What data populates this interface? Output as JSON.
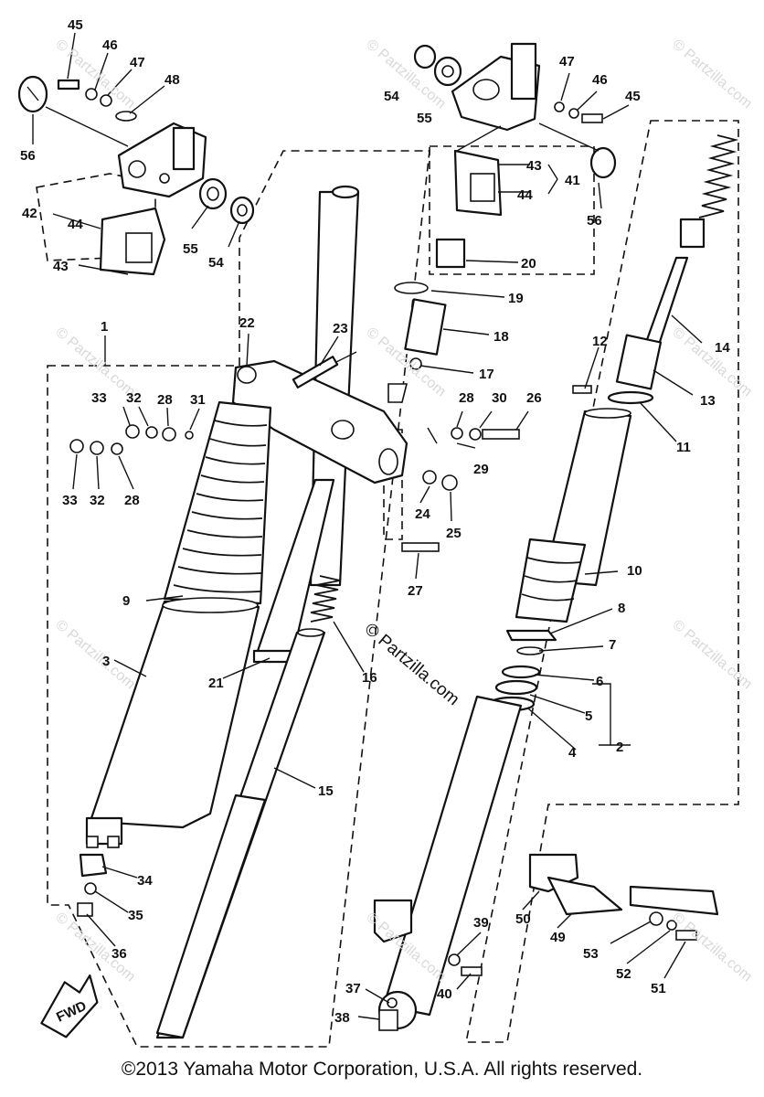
{
  "diagram": {
    "watermark": "© Partzilla.com",
    "copyright": "©2013 Yamaha Motor Corporation, U.S.A. All rights reserved.",
    "fwd_label": "FWD",
    "callouts": {
      "p45a": "45",
      "p46a": "46",
      "p47a": "47",
      "p48": "48",
      "p56a": "56",
      "p42": "42",
      "p44a": "44",
      "p43a": "43",
      "p55a": "55",
      "p54a": "54",
      "p54b": "54",
      "p55b": "55",
      "p47b": "47",
      "p46b": "46",
      "p45b": "45",
      "p43b": "43",
      "p41": "41",
      "p44b": "44",
      "p56b": "56",
      "p20": "20",
      "p19": "19",
      "p18": "18",
      "p17": "17",
      "p1": "1",
      "p22": "22",
      "p23": "23",
      "p33a": "33",
      "p32a": "32",
      "p28a": "28",
      "p31": "31",
      "p33b": "33",
      "p32b": "32",
      "p28b": "28",
      "p28c": "28",
      "p30": "30",
      "p26": "26",
      "p29": "29",
      "p24": "24",
      "p25": "25",
      "p27": "27",
      "p12": "12",
      "p14": "14",
      "p13": "13",
      "p11": "11",
      "p10": "10",
      "p9": "9",
      "p3": "3",
      "p21": "21",
      "p16": "16",
      "p15": "15",
      "p8": "8",
      "p7": "7",
      "p6": "6",
      "p5": "5",
      "p4": "4",
      "p2": "2",
      "p34": "34",
      "p35": "35",
      "p36": "36",
      "p50": "50",
      "p49": "49",
      "p53": "53",
      "p52": "52",
      "p51": "51",
      "p39": "39",
      "p40": "40",
      "p37": "37",
      "p38": "38"
    }
  }
}
